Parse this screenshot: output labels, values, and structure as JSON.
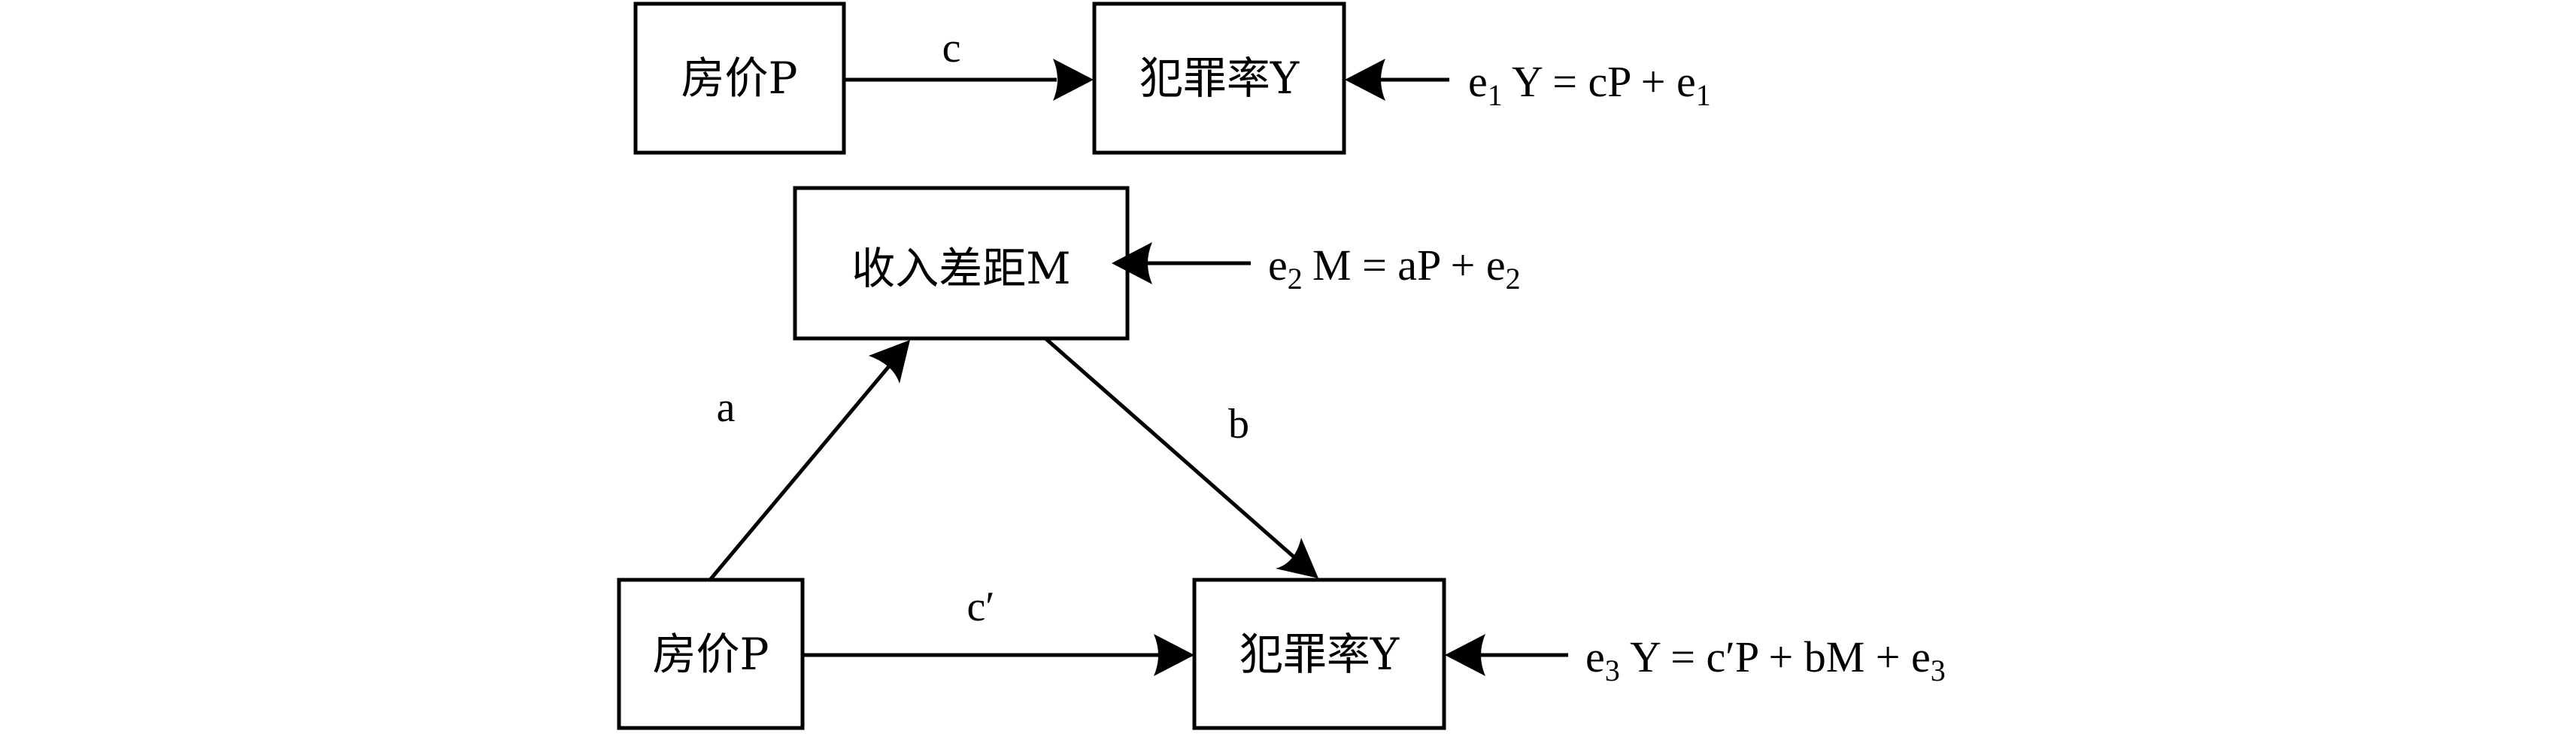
{
  "diagram": {
    "type": "mediation-model",
    "total_effect": {
      "nodes": {
        "predictor": "房价P",
        "outcome": "犯罪率Y"
      },
      "edge_label": "c",
      "error": {
        "name": "e",
        "index": "1"
      },
      "equation": {
        "lhs": "Y = cP + e",
        "sub": "1"
      }
    },
    "mediated_effect": {
      "nodes": {
        "mediator": "收入差距M",
        "predictor": "房价P",
        "outcome": "犯罪率Y"
      },
      "edge_labels": {
        "a": "a",
        "b": "b",
        "c_prime": "c′"
      },
      "errors": {
        "mediator": {
          "name": "e",
          "index": "2"
        },
        "outcome": {
          "name": "e",
          "index": "3"
        }
      },
      "equations": {
        "mediator": {
          "lhs": "M = aP + e",
          "sub": "2"
        },
        "outcome": {
          "lhs": "Y = c′P + bM + e",
          "sub": "3"
        }
      }
    }
  }
}
